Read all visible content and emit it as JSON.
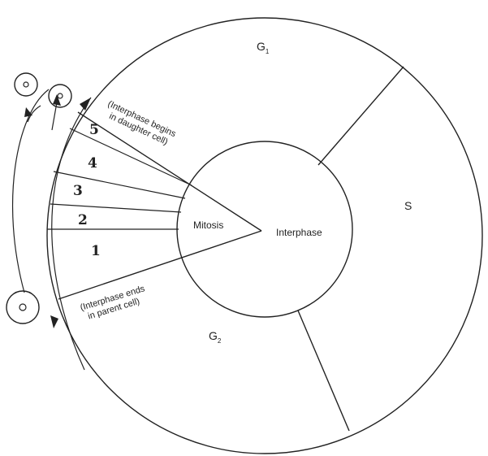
{
  "phases": {
    "g1": "G",
    "g1_sub": "1",
    "s": "S",
    "g2": "G",
    "g2_sub": "2",
    "interphase": "Interphase",
    "mitosis": "Mitosis"
  },
  "stages": [
    "1",
    "2",
    "3",
    "4",
    "5"
  ],
  "annotations": {
    "begin_line1": "(Interphase begins",
    "begin_line2": "in daughter cell)",
    "end_line1": "(Interphase ends",
    "end_line2": "in parent cell)"
  },
  "colors": {
    "ink": "#222222",
    "background": "#ffffff"
  }
}
